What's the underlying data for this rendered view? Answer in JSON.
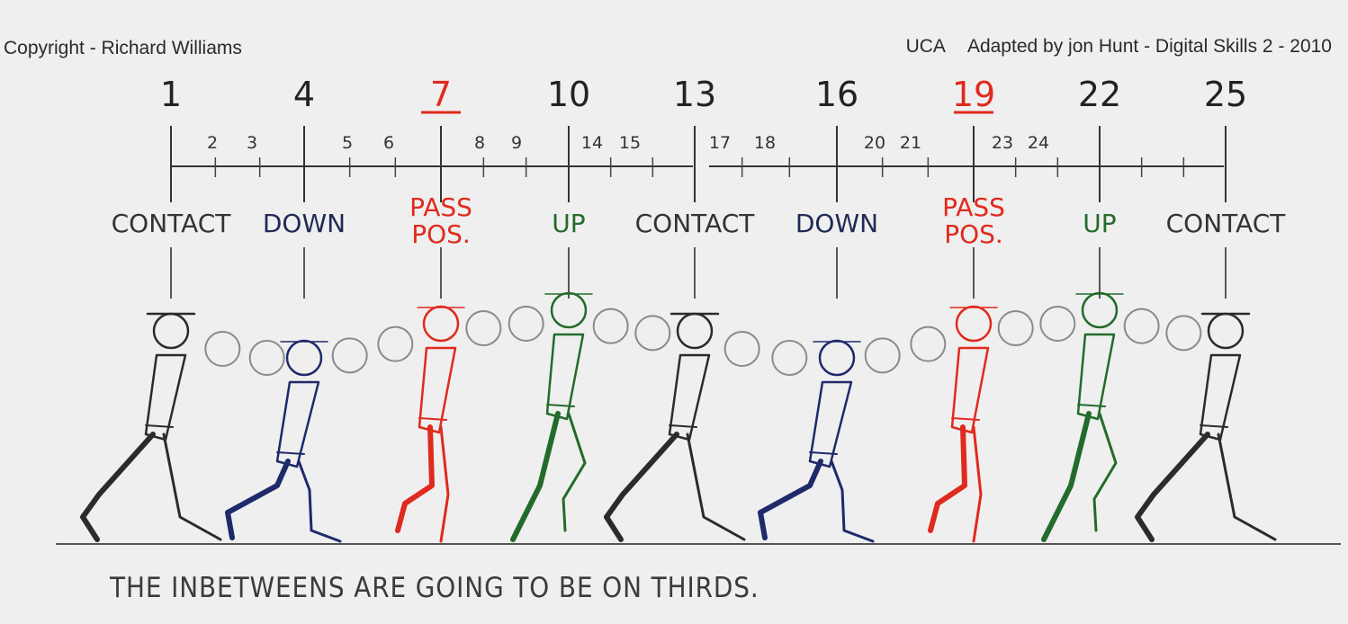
{
  "header": {
    "copyright": "Copyright - Richard Williams",
    "org": "UCA",
    "adapted": "Adapted by jon Hunt - Digital Skills 2 - 2010"
  },
  "colors": {
    "contact": "#2b2b2b",
    "down": "#1f2a6b",
    "pass": "#e02a1e",
    "up": "#236b2a",
    "inbetween": "#8a8a8a"
  },
  "keyframes": [
    {
      "frame": "1",
      "label": "CONTACT",
      "pose": "contact"
    },
    {
      "frame": "4",
      "label": "DOWN",
      "pose": "down"
    },
    {
      "frame": "7",
      "label": "PASS POS.",
      "pose": "pass"
    },
    {
      "frame": "10",
      "label": "UP",
      "pose": "up"
    },
    {
      "frame": "13",
      "label": "CONTACT",
      "pose": "contact"
    },
    {
      "frame": "16",
      "label": "DOWN",
      "pose": "down"
    },
    {
      "frame": "19",
      "label": "PASS POS.",
      "pose": "pass"
    },
    {
      "frame": "22",
      "label": "UP",
      "pose": "up"
    },
    {
      "frame": "25",
      "label": "CONTACT",
      "pose": "contact"
    }
  ],
  "inbetween_numbers": [
    "2",
    "3",
    "5",
    "6",
    "8",
    "9",
    "14",
    "15",
    "17",
    "18",
    "20",
    "21",
    "23",
    "24"
  ],
  "footnote": "THE INBETWEENS ARE GOING TO BE ON THIRDS."
}
